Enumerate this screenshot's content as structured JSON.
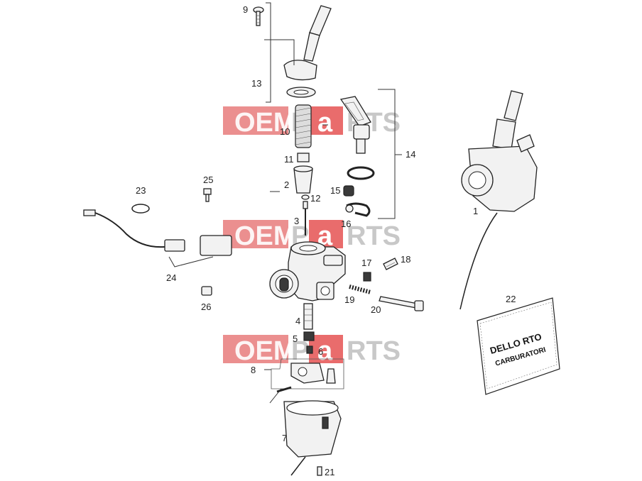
{
  "diagram": {
    "watermark": {
      "left": "OEM",
      "right": "P",
      "accent": "a",
      "tail": "RTS",
      "color": "#e46a6a",
      "accent_color": "#e23b3b"
    },
    "callouts": [
      "9",
      "13",
      "10",
      "11",
      "2",
      "12",
      "3",
      "14",
      "15",
      "16",
      "1",
      "23",
      "25",
      "24",
      "26",
      "17",
      "18",
      "19",
      "20",
      "4",
      "5",
      "6",
      "8",
      "7",
      "21",
      "22"
    ],
    "manual": {
      "line1": "DELLO RTO",
      "line2": "CARBURATORI"
    }
  }
}
